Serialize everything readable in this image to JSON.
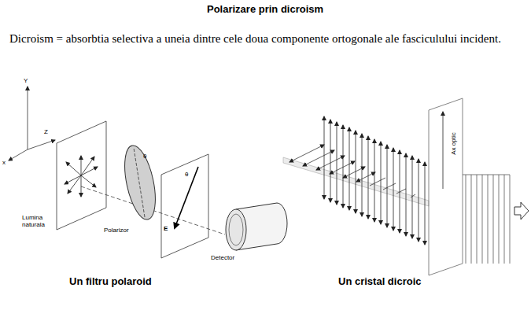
{
  "diagram": {
    "title": "Polarizare prin dicroism",
    "labels": [
      "Dicroism = absorbtia selectiva a uneia dintre cele doua componente ortogonale ale fasciculului incident.",
      "Y",
      "x",
      "Z",
      "Lumina naturala",
      "θ",
      "Polarizor",
      "θ",
      "E",
      "Detector",
      "Ax optic",
      "Un filtru polaroid",
      "Un cristal dicroic"
    ]
  }
}
